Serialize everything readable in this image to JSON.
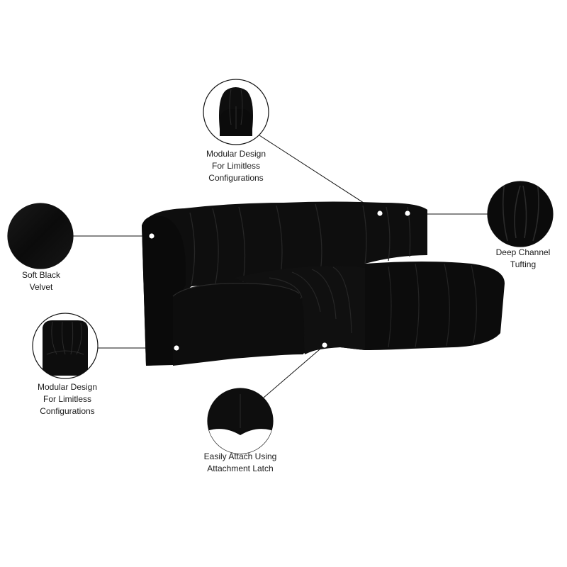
{
  "colors": {
    "background": "#ffffff",
    "upholstery": "#0d0d0d",
    "seam": "#222222",
    "callout_line": "#111111",
    "marker": "#ffffff"
  },
  "product": {
    "name": "black-velvet-channel-tufted-modular-sectional",
    "image": "black-velvet-sectional-sofa"
  },
  "callouts": {
    "velvet": {
      "icon": "velvet-swatch-thumbnail",
      "lines": [
        "Soft Black",
        "Velvet"
      ]
    },
    "modular_top": {
      "icon": "modular-chair-front-thumbnail",
      "lines": [
        "Modular Design",
        "For Limitless",
        "Configurations"
      ]
    },
    "modular_left": {
      "icon": "modular-corner-chair-thumbnail",
      "lines": [
        "Modular Design",
        "For Limitless",
        "Configurations"
      ]
    },
    "tufting": {
      "icon": "channel-tufting-closeup-thumbnail",
      "lines": [
        "Deep Channel",
        "Tufting"
      ]
    },
    "latch": {
      "icon": "attachment-latch-closeup-thumbnail",
      "lines": [
        "Easily Attach Using",
        "Attachment Latch"
      ]
    }
  }
}
